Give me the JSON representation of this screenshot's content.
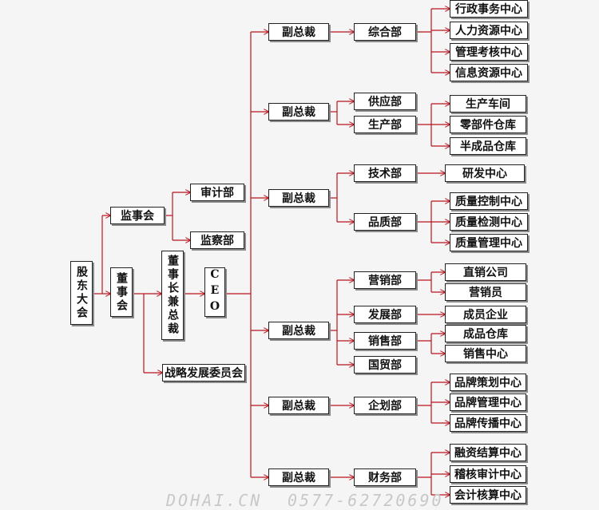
{
  "colors": {
    "line": "#b8141e",
    "box_border": "#222222",
    "background": "#f5f5f5"
  },
  "nodes": {
    "shareholders": "股东大会",
    "board": "董事会",
    "supervisory": "监事会",
    "audit": "审计部",
    "inspection": "监察部",
    "chairman": "董事长兼总裁",
    "strategy": "战略发展委员会",
    "ceo": "CEO",
    "vp1": "副总裁",
    "vp2": "副总裁",
    "vp3": "副总裁",
    "vp4": "副总裁",
    "vp5": "副总裁",
    "vp6": "副总裁",
    "general_dept": "综合部",
    "supply_dept": "供应部",
    "production_dept": "生产部",
    "tech_dept": "技术部",
    "quality_dept": "品质部",
    "marketing_dept": "营销部",
    "development_dept": "发展部",
    "sales_dept": "销售部",
    "trade_dept": "国贸部",
    "planning_dept": "企划部",
    "finance_dept": "财务部",
    "admin_center": "行政事务中心",
    "hr_center": "人力资源中心",
    "mgmt_center": "管理考核中心",
    "info_center": "信息资源中心",
    "workshop": "生产车间",
    "parts_warehouse": "零部件仓库",
    "semi_warehouse": "半成品仓库",
    "rd_center": "研发中心",
    "qc_center": "质量控制中心",
    "qt_center": "质量检测中心",
    "qm_center": "质量管理中心",
    "direct_company": "直销公司",
    "sales_staff": "营销员",
    "member_company": "成员企业",
    "product_warehouse": "成品仓库",
    "sales_center": "销售中心",
    "brand_plan": "品牌策划中心",
    "brand_mgmt": "品牌管理中心",
    "brand_comm": "品牌传播中心",
    "finance_settle": "融资结算中心",
    "audit_center": "稽核审计中心",
    "accounting_center": "会计核算中心"
  },
  "watermark": {
    "site": "DOHAI.CN",
    "phone": "0577-62720690"
  }
}
